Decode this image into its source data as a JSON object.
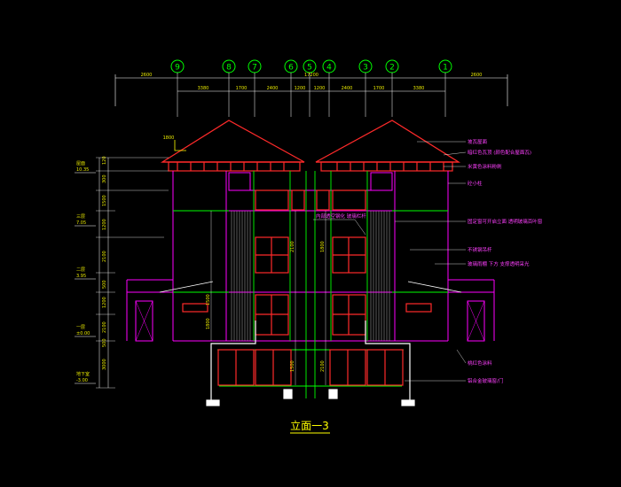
{
  "drawing": {
    "title": "立面一3",
    "background": "#000000",
    "colors": {
      "roof": "#ff2a2a",
      "structure": "#ff00ff",
      "green": "#00ff00",
      "white": "#ffffff",
      "cyan": "#00ffff",
      "yellow": "#ffff00",
      "text_yellow": "#e8e800",
      "text_magenta": "#ff40ff",
      "hatch": "#9a9a9a"
    }
  },
  "grid_axes": [
    "9",
    "8",
    "7",
    "6",
    "5",
    "4",
    "3",
    "2",
    "1"
  ],
  "dimensions": {
    "overall_left": "2600",
    "overall_total": "17200",
    "overall_right": "2600",
    "segments": [
      "3380",
      "1700",
      "2400",
      "1200",
      "1200",
      "2400",
      "1700",
      "3380"
    ],
    "roof_overhang": "1800"
  },
  "level_markers": [
    {
      "label": "屋面",
      "elev": "10.35"
    },
    {
      "label": "三层",
      "elev": "7.05"
    },
    {
      "label": "二层",
      "elev": "3.95"
    },
    {
      "label": "一层",
      "elev": "±0.00"
    },
    {
      "label": "地下室",
      "elev": "-3.00"
    }
  ],
  "vertical_dims_left": [
    "120",
    "300",
    "1500",
    "1200",
    "2100",
    "500",
    "1200",
    "2100",
    "500",
    "3000"
  ],
  "vertical_dims_inner": [
    "1500",
    "1800",
    "2100",
    "1500",
    "1800",
    "2100"
  ],
  "annotations_right": [
    "坡瓦屋面",
    "暗红色瓦顶 (颜色配合屋面瓦)",
    "米黄色涂料粉刷",
    "砼小柱",
    "固定窗可开启立面 透明玻璃百叶窗",
    "不锈钢吊杆",
    "玻璃雨棚 下方 支撑透明采光",
    "桃红色涂料",
    "铝合金玻璃窗/门"
  ],
  "annotation_center": "内部透空钢化 玻璃栏杆"
}
